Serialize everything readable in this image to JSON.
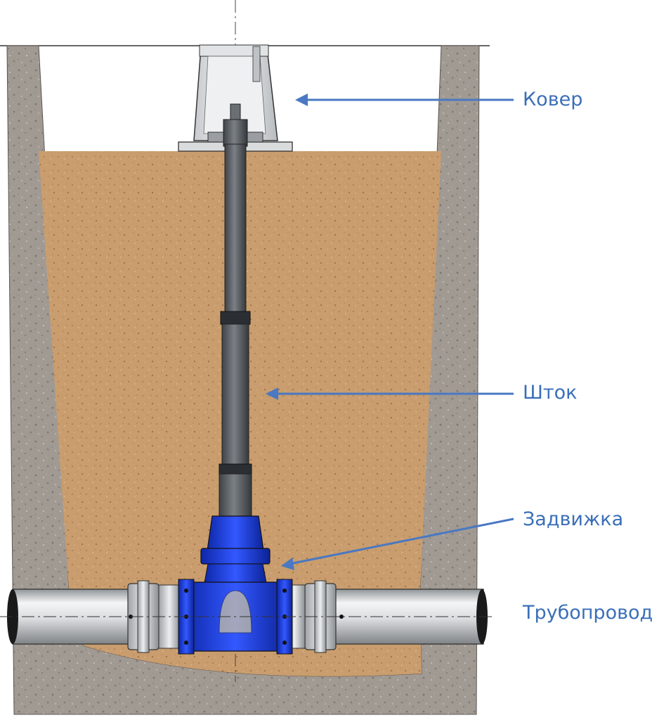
{
  "labels": {
    "kover": "Ковер",
    "shtok": "Шток",
    "zadvizhka": "Задвижка",
    "truboprovod": "Трубопровод"
  },
  "colors": {
    "label_text": "#3a6fb8",
    "arrow": "#4a78c2",
    "concrete": "#9c958e",
    "sand": "#c59a6c",
    "valve_body": "#1f3fd6",
    "stem": "#5d6268",
    "pipe": "#cfd2d4"
  },
  "icons": {
    "arrow": "left-arrow"
  }
}
